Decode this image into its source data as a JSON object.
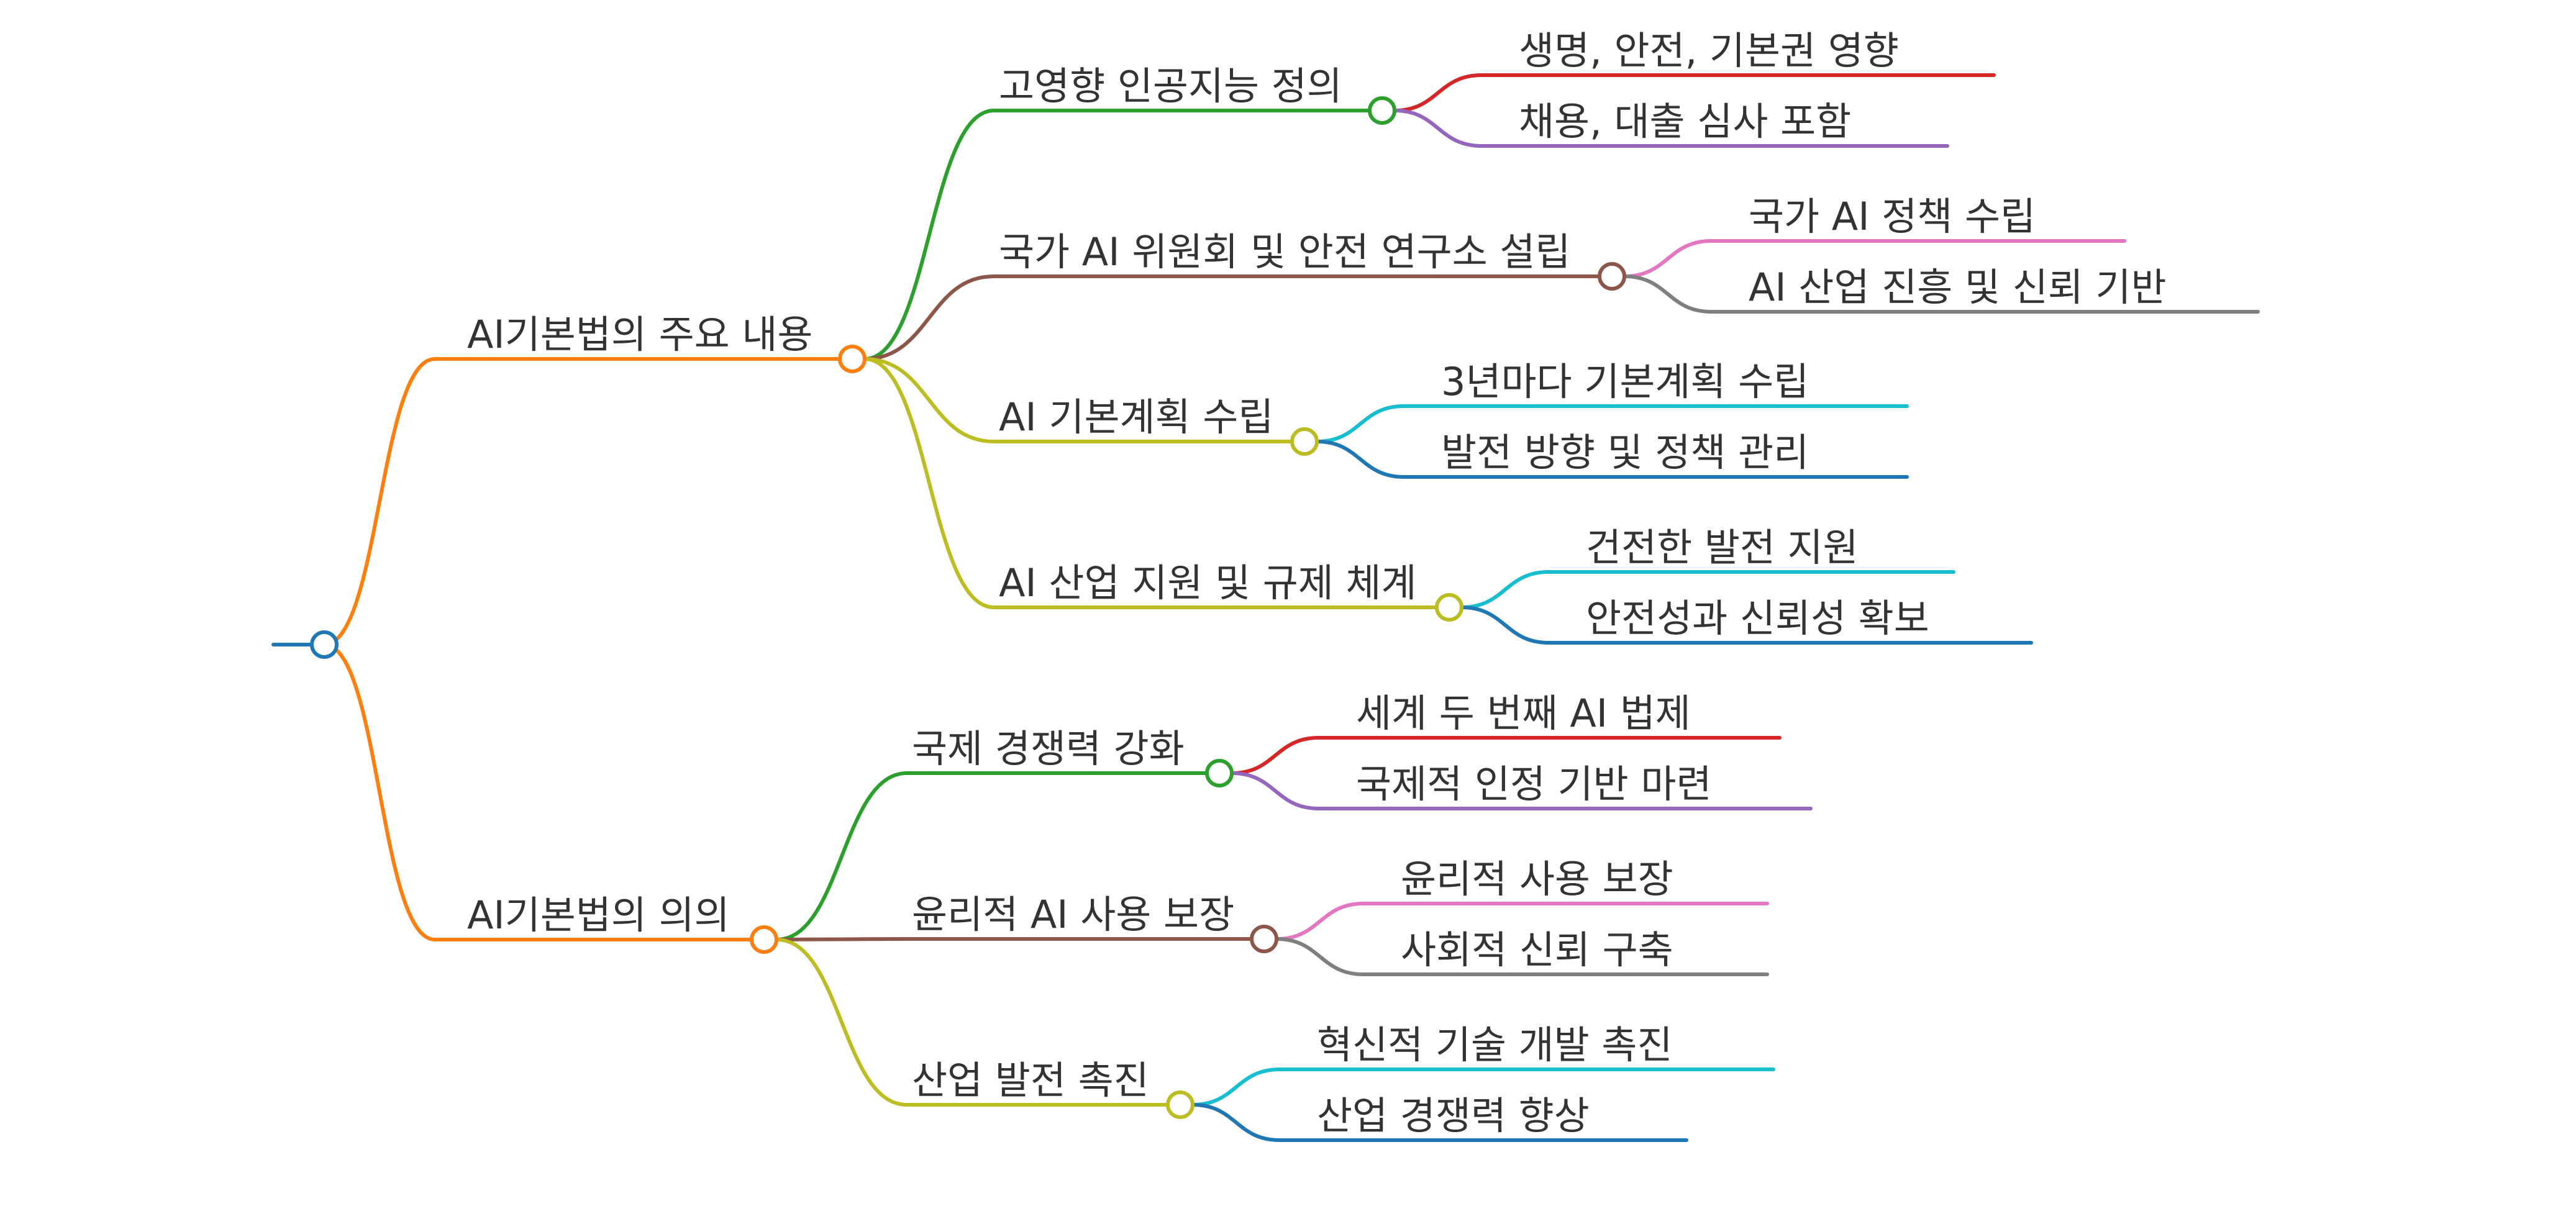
{
  "colors": {
    "root": "#1f77b4",
    "orange": "#ff7f0e",
    "green": "#2ca02c",
    "brown": "#8c564b",
    "olive": "#bcbd22",
    "red": "#d62728",
    "purple": "#9467bd",
    "pink": "#e377c2",
    "gray": "#7f7f7f",
    "cyan": "#17becf",
    "blue": "#1f77b4"
  },
  "branches": [
    {
      "label": "AI기본법의 주요 내용",
      "children": [
        {
          "label": "고영향 인공지능 정의",
          "children": [
            {
              "label": "생명, 안전, 기본권 영향"
            },
            {
              "label": "채용, 대출 심사 포함"
            }
          ]
        },
        {
          "label": "국가 AI 위원회 및 안전 연구소 설립",
          "children": [
            {
              "label": "국가 AI 정책 수립"
            },
            {
              "label": "AI 산업 진흥 및 신뢰 기반"
            }
          ]
        },
        {
          "label": "AI 기본계획 수립",
          "children": [
            {
              "label": "3년마다 기본계획 수립"
            },
            {
              "label": "발전 방향 및 정책 관리"
            }
          ]
        },
        {
          "label": "AI 산업 지원 및 규제 체계",
          "children": [
            {
              "label": "건전한 발전 지원"
            },
            {
              "label": "안전성과 신뢰성 확보"
            }
          ]
        }
      ]
    },
    {
      "label": "AI기본법의 의의",
      "children": [
        {
          "label": "국제 경쟁력 강화",
          "children": [
            {
              "label": "세계 두 번째 AI 법제"
            },
            {
              "label": "국제적 인정 기반 마련"
            }
          ]
        },
        {
          "label": "윤리적 AI 사용 보장",
          "children": [
            {
              "label": "윤리적 사용 보장"
            },
            {
              "label": "사회적 신뢰 구축"
            }
          ]
        },
        {
          "label": "산업 발전 촉진",
          "children": [
            {
              "label": "혁신적 기술 개발 촉진"
            },
            {
              "label": "산업 경쟁력 향상"
            }
          ]
        }
      ]
    }
  ]
}
